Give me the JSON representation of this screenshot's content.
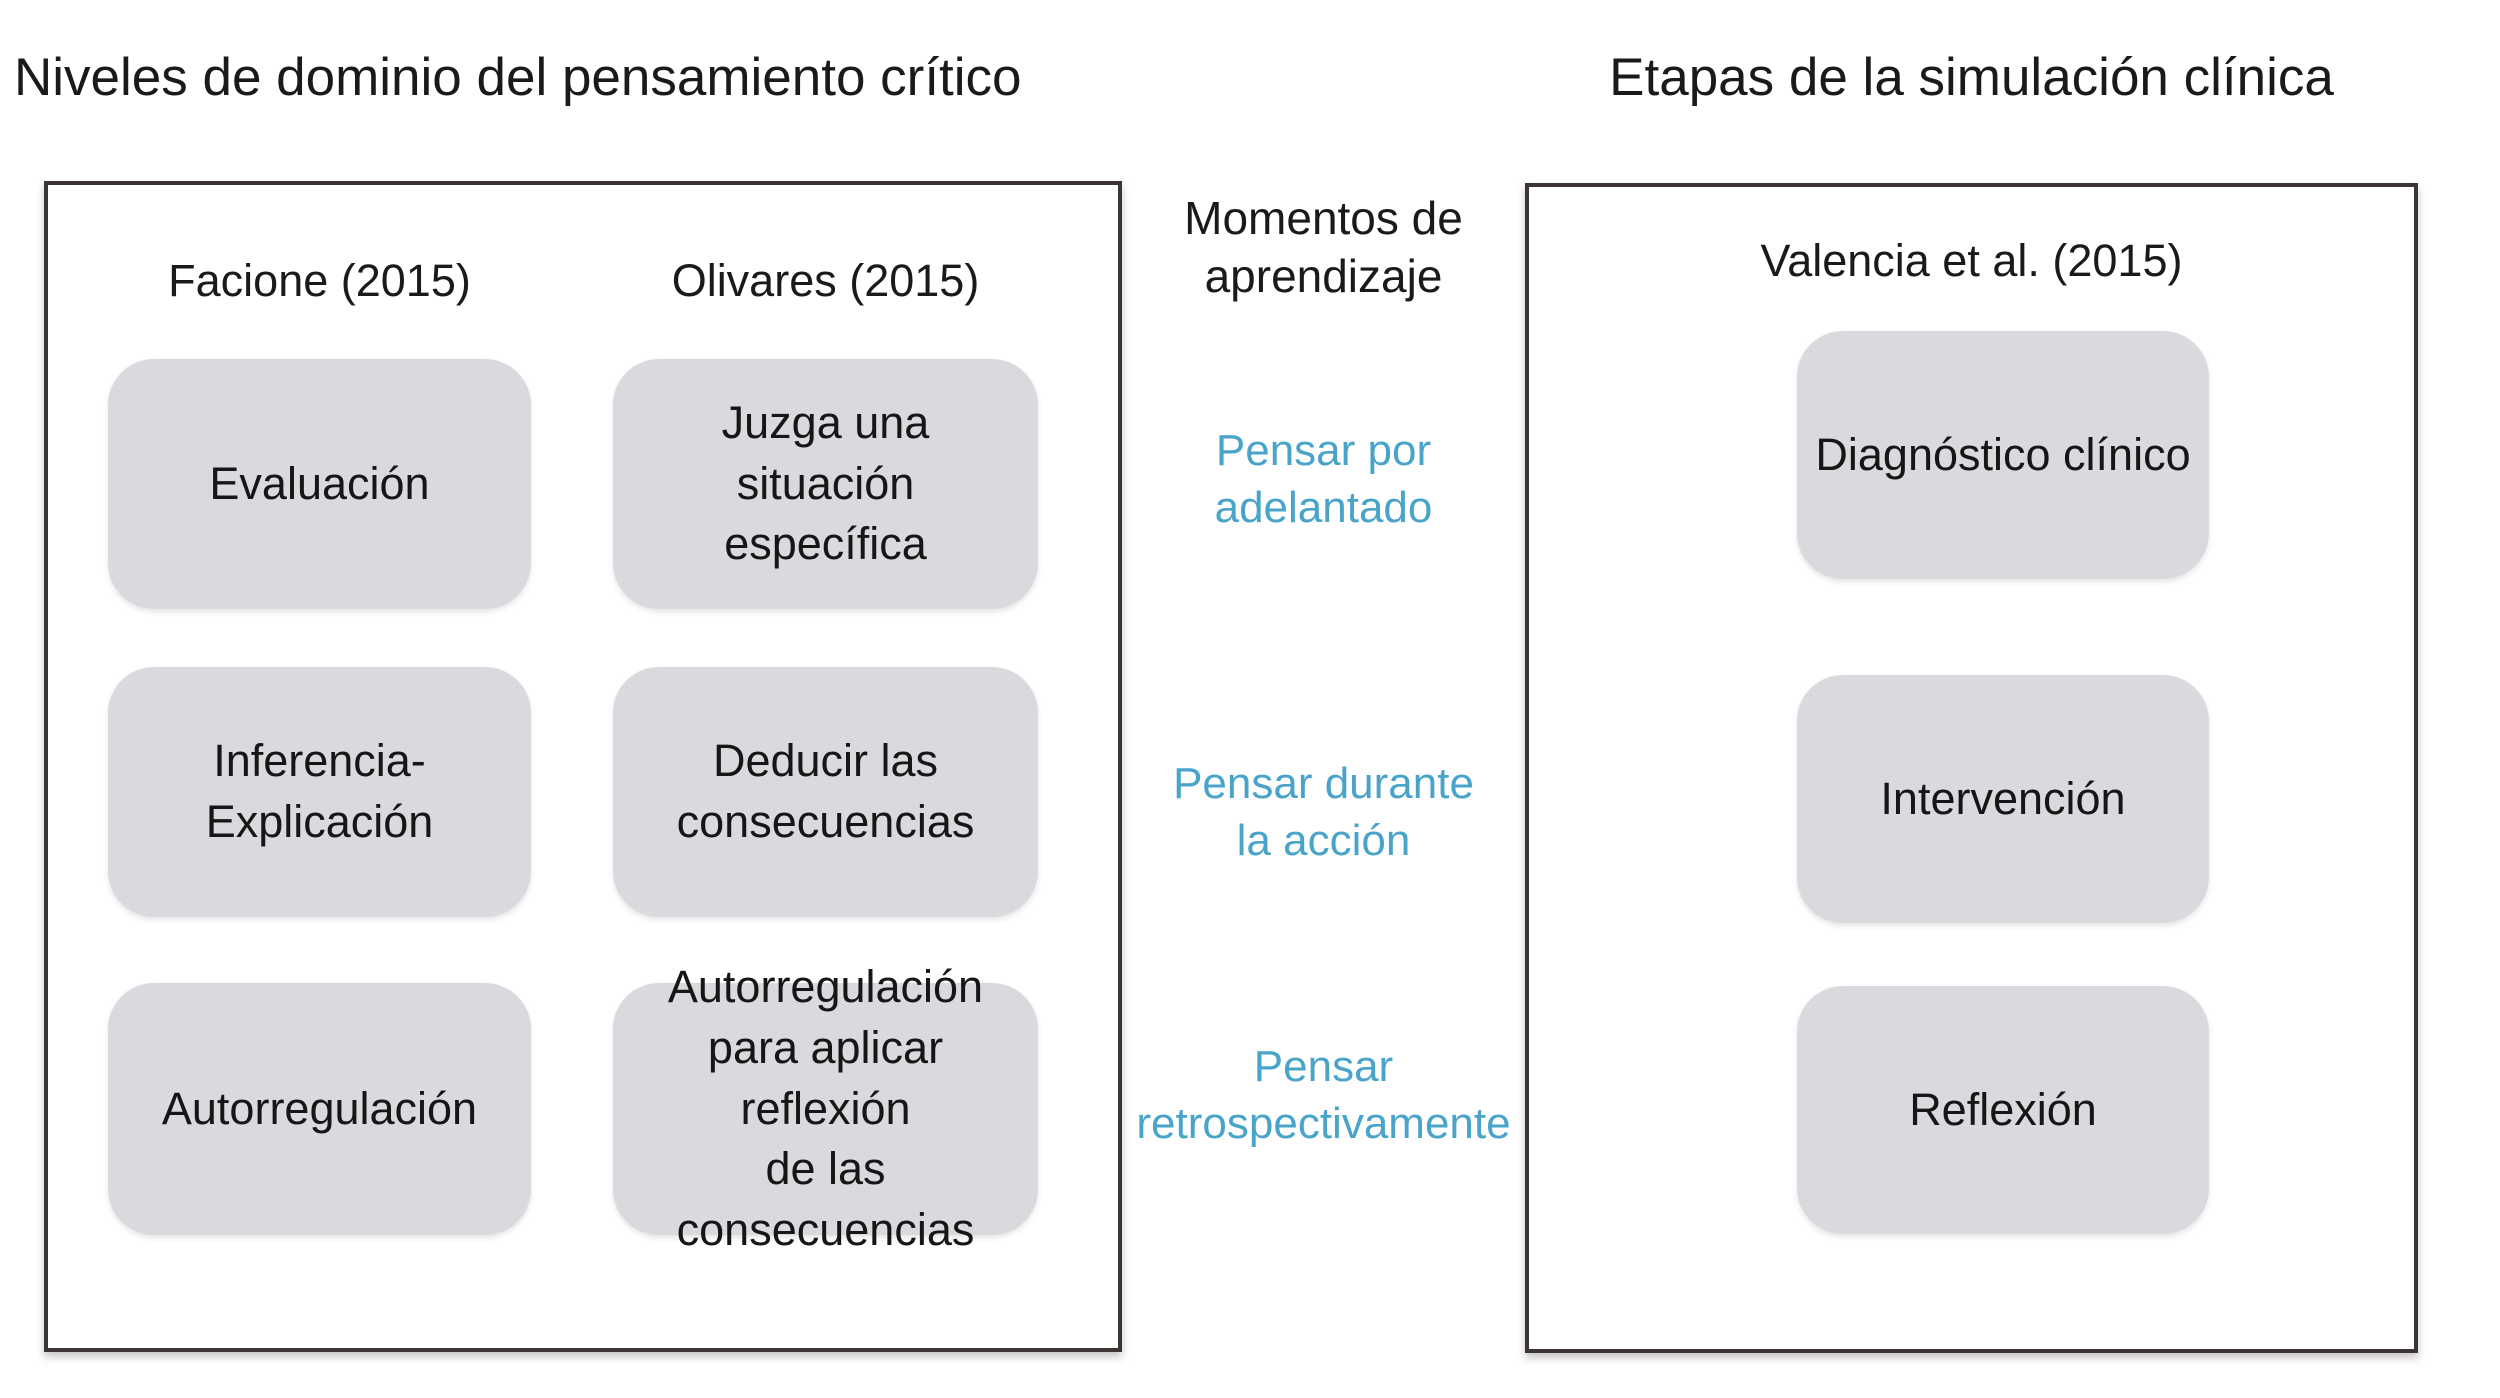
{
  "colors": {
    "accent_blue": "#4AA4CA",
    "box_fill": "#D8DADD",
    "panel_border": "#3B3533",
    "text": "#1A1A1A"
  },
  "left_section": {
    "title": "Niveles de dominio del pensamiento crítico",
    "columns": [
      {
        "header": "Facione (2015)",
        "items": [
          "Evaluación",
          "Inferencia-\nExplicación",
          "Autorregulación"
        ]
      },
      {
        "header": "Olivares (2015)",
        "items": [
          "Juzga una situación\nespecífica",
          "Deducir las\nconsecuencias",
          "Autorregulación\npara aplicar reflexión\nde las consecuencias"
        ]
      }
    ]
  },
  "middle_section": {
    "header": "Momentos de\naprendizaje",
    "items": [
      "Pensar por\nadelantado",
      "Pensar durante\nla acción",
      "Pensar\nretrospectivamente"
    ]
  },
  "right_section": {
    "title": "Etapas de la simulación clínica",
    "header": "Valencia et al. (2015)",
    "items": [
      "Diagnóstico clínico",
      "Intervención",
      "Reflexión"
    ]
  }
}
